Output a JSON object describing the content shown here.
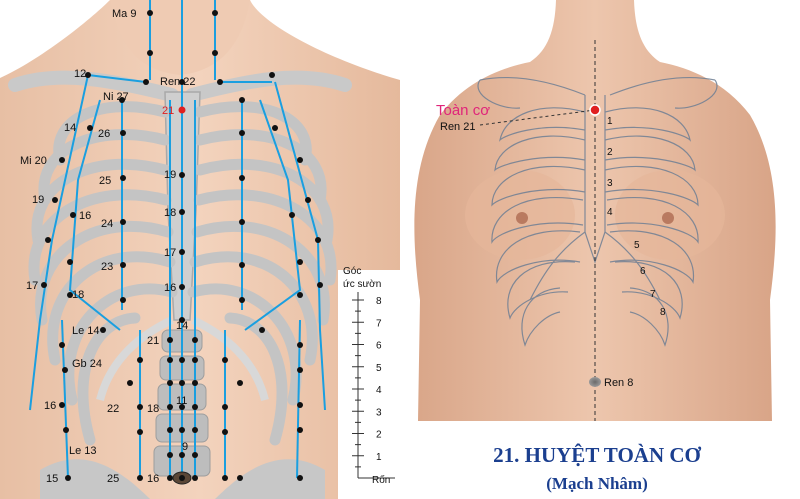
{
  "left_figure": {
    "labels": {
      "ma9": "Ma 9",
      "n12": "12",
      "ren22": "Ren 22",
      "ni27": "Ni 27",
      "n21_red": "21",
      "n14": "14",
      "n26": "26",
      "mi20": "Mi 20",
      "n25_upper": "25",
      "n19_upper": "19",
      "n19_side": "19",
      "n16_upper": "16",
      "n18_upper": "18",
      "n24": "24",
      "n17_center": "17",
      "n23": "23",
      "n17_side": "17",
      "n16_center": "16",
      "n18_side": "18",
      "n14_center": "14",
      "le14": "Le 14",
      "n21_lower": "21",
      "gb24": "Gb 24",
      "n16_side": "16",
      "n11": "11",
      "n22": "22",
      "n18_lower": "18",
      "le13": "Le 13",
      "n9": "9",
      "n15": "15",
      "n25_lower": "25",
      "n16_lower": "16"
    }
  },
  "scale": {
    "title_line1": "Góc",
    "title_line2": "ức sườn",
    "ticks": [
      "8",
      "7",
      "6",
      "5",
      "4",
      "3",
      "2",
      "1"
    ],
    "end_label": "Rốn"
  },
  "right_figure": {
    "point_name": "Toàn cơ",
    "point_code": "Ren 21",
    "rib_numbers": [
      "1",
      "2",
      "3",
      "4",
      "5",
      "6",
      "7",
      "8"
    ],
    "navel_label": "Ren 8"
  },
  "title": {
    "main": "21. HUYỆT TOÀN CƠ",
    "sub": "(Mạch Nhâm)"
  }
}
